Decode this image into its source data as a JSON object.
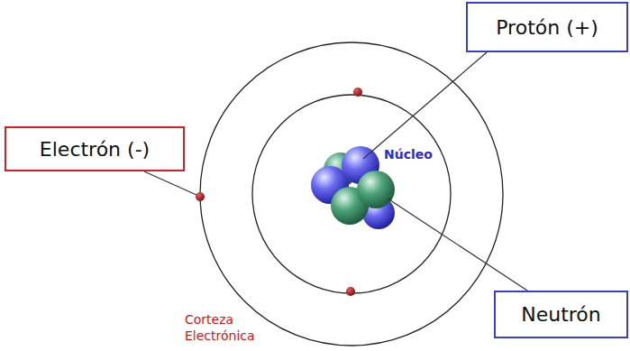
{
  "diagram": {
    "nodes": [
      {
        "text": [
          "Protón (+)"
        ]
      },
      {
        "text": [
          "Electrón (-)"
        ]
      },
      {
        "text": [
          "Neutrón"
        ]
      }
    ],
    "labels": [
      "Núcleo",
      "Corteza Electrónica"
    ]
  }
}
